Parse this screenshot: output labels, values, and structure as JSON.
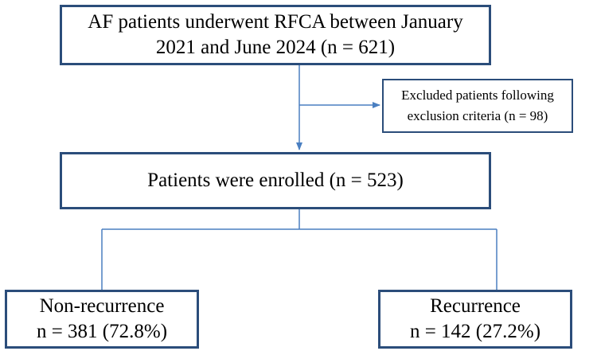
{
  "flow": {
    "start": {
      "line1": "AF patients underwent RFCA between January",
      "line2": "2021 and June 2024 (n = 621)"
    },
    "excluded": {
      "line1": "Excluded patients following",
      "line2": "exclusion criteria (n = 98)"
    },
    "enrolled": {
      "label": "Patients were enrolled (n = 523)"
    },
    "non_recurrence": {
      "title": "Non-recurrence",
      "count": "n = 381 (72.8%)"
    },
    "recurrence": {
      "title": "Recurrence",
      "count": "n = 142 (27.2%)"
    }
  },
  "colors": {
    "box_border": "#2b4d7a",
    "connector": "#4a7fc1"
  }
}
